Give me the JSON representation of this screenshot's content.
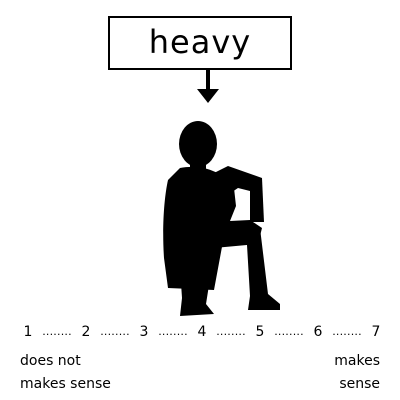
{
  "stimulus": {
    "word": "heavy"
  },
  "scale": {
    "points": [
      "1",
      "2",
      "3",
      "4",
      "5",
      "6",
      "7"
    ],
    "separator": "........",
    "left_anchor": [
      "does not",
      "makes sense"
    ],
    "right_anchor": [
      "makes",
      "sense"
    ]
  },
  "icons": {
    "arrow": "down-arrow-icon",
    "figure": "seated-person-silhouette"
  }
}
